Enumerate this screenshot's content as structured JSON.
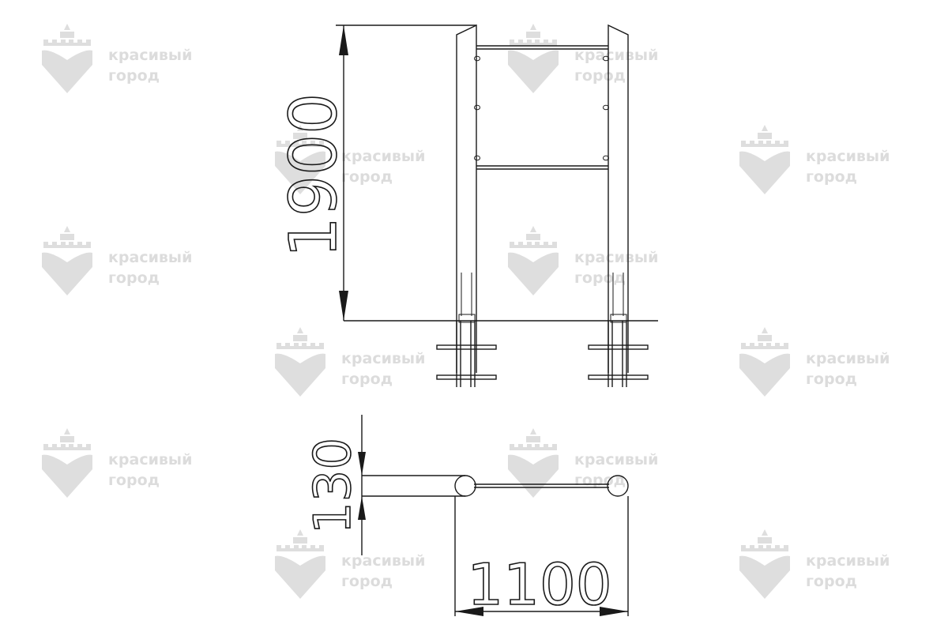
{
  "watermark": {
    "line1": "красивый",
    "line2": "город",
    "color": "#dcdcdc"
  },
  "dimensions": {
    "height": "1900",
    "depth": "130",
    "width": "1100"
  },
  "colors": {
    "line": "#1a1a1a",
    "background": "#ffffff"
  }
}
